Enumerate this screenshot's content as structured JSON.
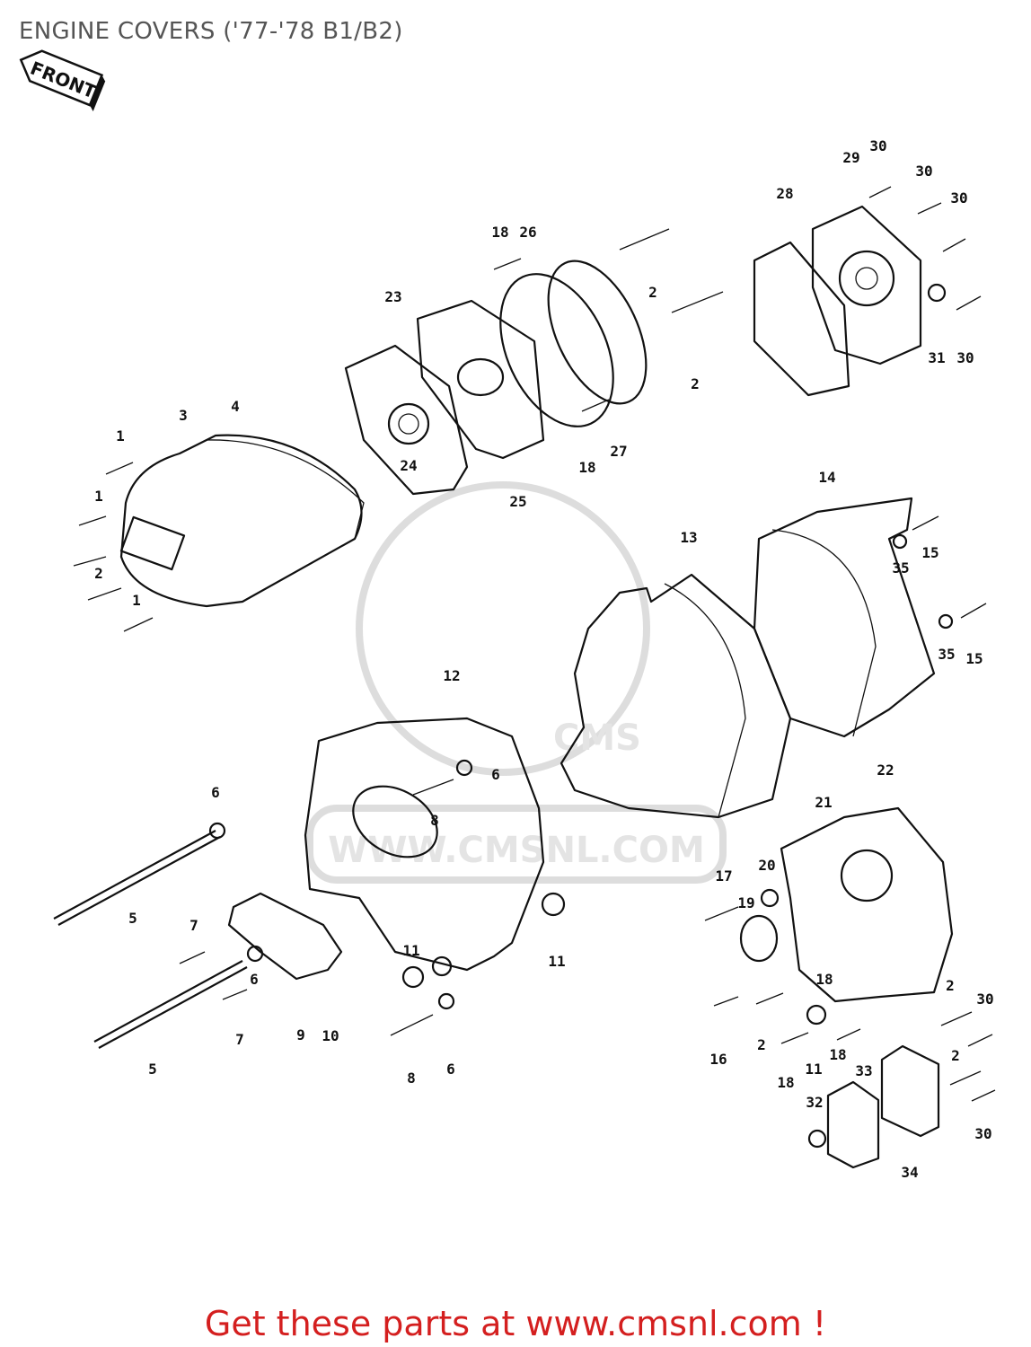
{
  "header": {
    "title": "ENGINE COVERS ('77-'78 B1/B2)",
    "front_arrow": "FRONT"
  },
  "watermark": {
    "text": "WWW.CMSNL.COM",
    "logo": "CMS"
  },
  "callouts": [
    "1",
    "1",
    "2",
    "1",
    "3",
    "4",
    "23",
    "24",
    "25",
    "18",
    "26",
    "2",
    "2",
    "27",
    "18",
    "28",
    "29",
    "30",
    "30",
    "30",
    "31",
    "30",
    "14",
    "15",
    "35",
    "35",
    "15",
    "13",
    "12",
    "6",
    "6",
    "8",
    "5",
    "7",
    "6",
    "7",
    "9",
    "10",
    "5",
    "11",
    "11",
    "8",
    "6",
    "22",
    "21",
    "20",
    "17",
    "19",
    "18",
    "16",
    "2",
    "18",
    "11",
    "18",
    "33",
    "32",
    "34",
    "2",
    "30",
    "2",
    "30"
  ],
  "footer": {
    "text": "Get these parts at www.cmsnl.com !",
    "color": "#d41f1f"
  }
}
